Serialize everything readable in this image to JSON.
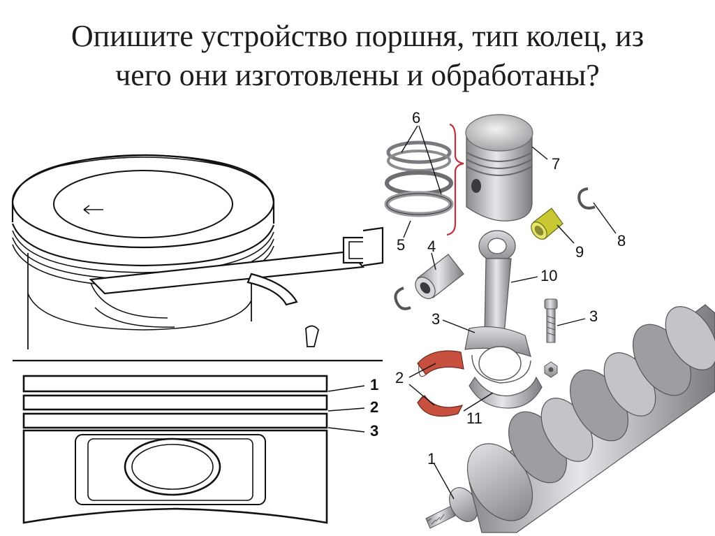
{
  "slide": {
    "title_line1": "Опишите устройство поршня, тип колец, из",
    "title_line2": "чего они изготовлены и обработаны?"
  },
  "ring_section": {
    "labels": [
      "1",
      "2",
      "3"
    ]
  },
  "exploded_view": {
    "labels": {
      "rings": "6",
      "piston": "7",
      "lock_ring_right": "8",
      "bushing": "9",
      "rod": "10",
      "pin": "4",
      "ring_lower": "5",
      "rod_bolt_left": "3",
      "rod_bolt_right": "3",
      "bearing_shells": "2",
      "rod_cap": "11",
      "crankshaft": "1"
    },
    "colors": {
      "bracket": "#c0303a",
      "bushing": "#c8c832",
      "bearing_shell": "#c8503e",
      "metal": "#b8b8bc"
    }
  }
}
